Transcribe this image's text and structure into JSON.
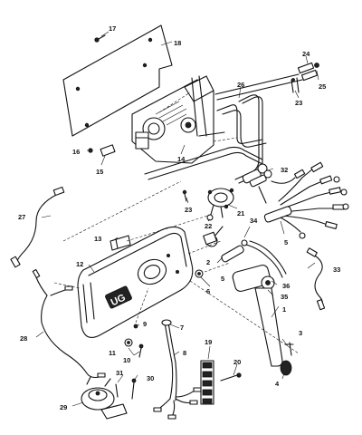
{
  "logo": {
    "text": "UG"
  },
  "callouts": [
    {
      "label": "1"
    },
    {
      "label": "2"
    },
    {
      "label": "3"
    },
    {
      "label": "4"
    },
    {
      "label": "5"
    },
    {
      "label": "5"
    },
    {
      "label": "6"
    },
    {
      "label": "7"
    },
    {
      "label": "8"
    },
    {
      "label": "9"
    },
    {
      "label": "10"
    },
    {
      "label": "11"
    },
    {
      "label": "12"
    },
    {
      "label": "13"
    },
    {
      "label": "14"
    },
    {
      "label": "15"
    },
    {
      "label": "16"
    },
    {
      "label": "17"
    },
    {
      "label": "18"
    },
    {
      "label": "19"
    },
    {
      "label": "20"
    },
    {
      "label": "21"
    },
    {
      "label": "22"
    },
    {
      "label": "23"
    },
    {
      "label": "23"
    },
    {
      "label": "24"
    },
    {
      "label": "25"
    },
    {
      "label": "26"
    },
    {
      "label": "27"
    },
    {
      "label": "28"
    },
    {
      "label": "29"
    },
    {
      "label": "30"
    },
    {
      "label": "31"
    },
    {
      "label": "32"
    },
    {
      "label": "33"
    },
    {
      "label": "34"
    },
    {
      "label": "35"
    },
    {
      "label": "36"
    }
  ]
}
